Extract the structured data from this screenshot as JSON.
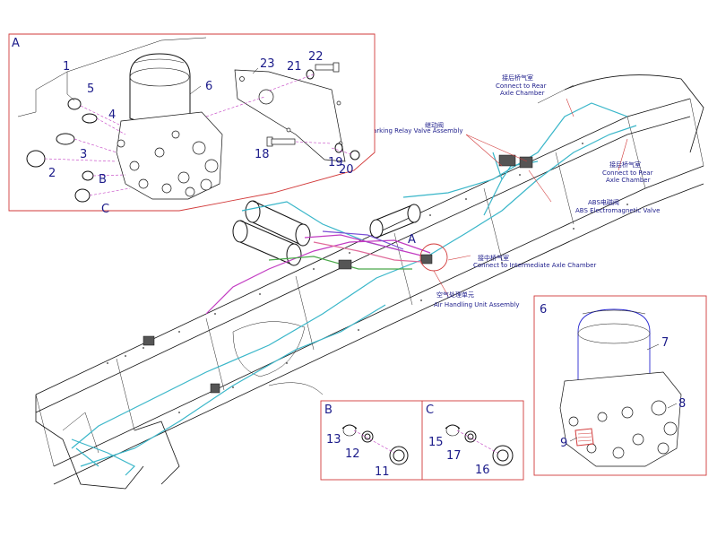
{
  "detail_a": {
    "letter": "A",
    "callouts": {
      "n1": "1",
      "n2": "2",
      "n3": "3",
      "n4": "4",
      "n5": "5",
      "n6": "6",
      "n18": "18",
      "n19": "19",
      "n20": "20",
      "n21": "21",
      "n22": "22",
      "n23": "23",
      "b": "B",
      "c": "C"
    }
  },
  "detail_6": {
    "title": "6",
    "callouts": {
      "n7": "7",
      "n8": "8",
      "n9": "9"
    }
  },
  "detail_b": {
    "title": "B",
    "callouts": {
      "n11": "11",
      "n12": "12",
      "n13": "13"
    }
  },
  "detail_c": {
    "title": "C",
    "callouts": {
      "n15": "15",
      "n16": "16",
      "n17": "17"
    }
  },
  "main_view": {
    "marker_a": "A",
    "labels": {
      "rear_axle_top_zh": "接后桥气室",
      "rear_axle_top_en1": "Connect to Rear",
      "rear_axle_top_en2": "Axle Chamber",
      "rear_axle_mid_zh": "接后桥气室",
      "rear_axle_mid_en1": "Connect to Rear",
      "rear_axle_mid_en2": "Axle Chamber",
      "parking_zh": "继动阀",
      "parking_en": "Parking Relay Valve Assembly",
      "abs_zh": "ABS电磁阀",
      "abs_en": "ABS Electromagnetic Valve",
      "intermediate_zh": "接中桥气室",
      "intermediate_en": "Connect to Intermediate Axle Chamber",
      "air_zh": "空气处理单元",
      "air_en": "Air Handling Unit Assembly"
    }
  },
  "colors": {
    "frame_red": "#d23a3a",
    "label_blue": "#1b1b8a",
    "line_cyan": "#39b6c9",
    "line_magenta": "#c23bc2",
    "line_pink": "#e06b9a",
    "line_purple": "#7a4fd6",
    "line_green": "#4aa84a",
    "leader_red": "#d23a3a",
    "filter_outline": "#2b2bd0"
  }
}
